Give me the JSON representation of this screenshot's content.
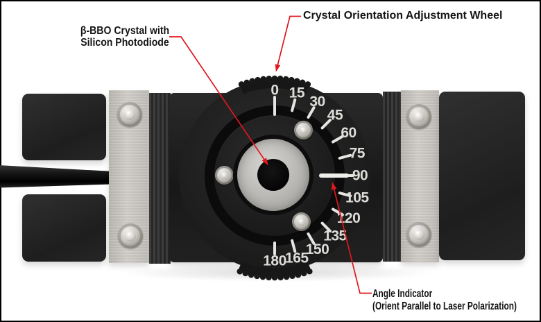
{
  "figure": {
    "background": "#ffffff",
    "border_color": "#000000"
  },
  "colors": {
    "annotation_red": "#e2161d",
    "label_text": "#141414",
    "scale_text": "#dddcd8",
    "scale_tick": "#e6e5e1",
    "indicator_white": "#efeeea",
    "body_black": "#1e1e1e",
    "metal_silver": "#c7c4bf"
  },
  "labels": {
    "wheel": "Crystal Orientation Adjustment Wheel",
    "crystal_line1": "β-BBO Crystal with",
    "crystal_line2": "Silicon Photodiode",
    "indicator_line1": "Angle Indicator",
    "indicator_line2": "(Orient Parallel to Laser Polarization)"
  },
  "dial": {
    "scale_values": [
      0,
      15,
      30,
      45,
      60,
      75,
      90,
      105,
      120,
      135,
      150,
      165,
      180
    ],
    "scale_step_deg": 15,
    "scale_range_deg": [
      0,
      180
    ],
    "indicator_position_deg": 90
  }
}
